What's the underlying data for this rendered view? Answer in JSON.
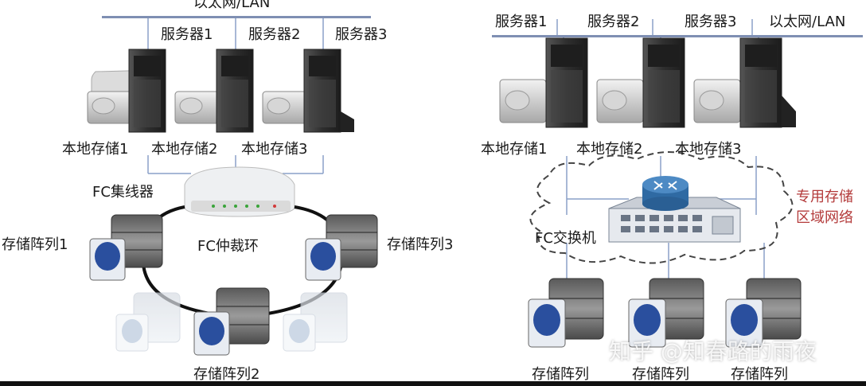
{
  "left": {
    "network_label": "以太网/LAN",
    "servers": [
      "服务器1",
      "服务器2",
      "服务器3"
    ],
    "local_storage": [
      "本地存储1",
      "本地存储2",
      "本地存储3"
    ],
    "hub_label": "FC集线器",
    "ring_label": "FC仲裁环",
    "arrays": [
      "存储阵列1",
      "存储阵列2",
      "存储阵列3"
    ]
  },
  "right": {
    "servers": [
      "服务器1",
      "服务器2",
      "服务器3"
    ],
    "network_label": "以太网/LAN",
    "local_storage": [
      "本地存储1",
      "本地存储2",
      "本地存储3"
    ],
    "switch_label": "FC交换机",
    "san_label_line1": "专用存储",
    "san_label_line2": "区域网络",
    "arrays": [
      "存储阵列",
      "存储阵列",
      "存储阵列"
    ]
  },
  "watermark": "知乎 @知春路的雨夜",
  "colors": {
    "lan_bar": "#7f8fb3",
    "line": "#8aa0c8",
    "server_dark": "#3a3a3a",
    "disk_blue": "#2a4f9e",
    "san_text": "#b33a3a"
  }
}
